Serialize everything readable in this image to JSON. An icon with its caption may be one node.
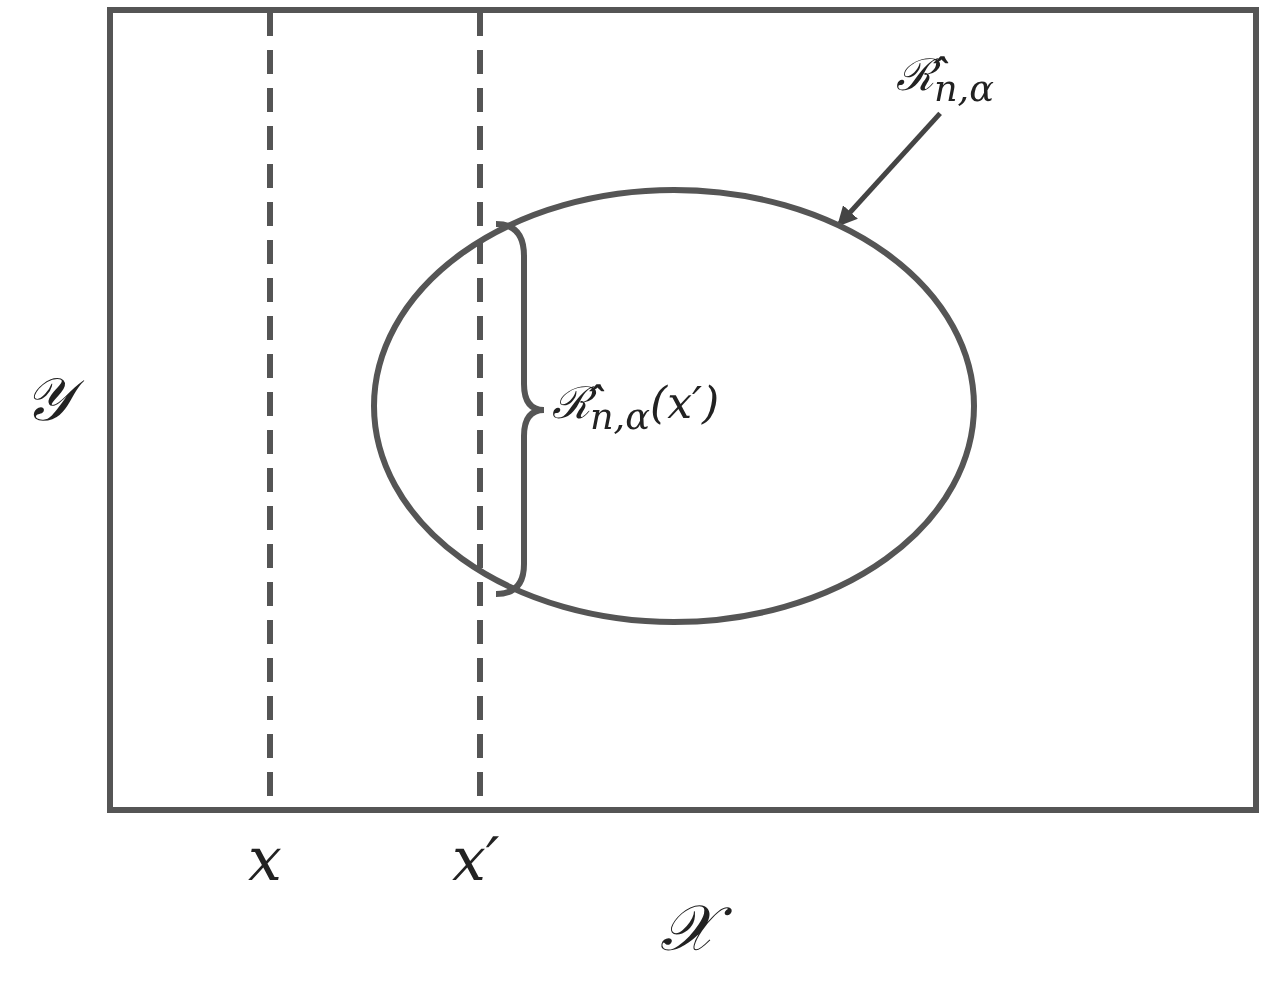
{
  "diagram": {
    "nodes": [
      {
        "text": [
          "ℛ̂$_{n,α}$"
        ]
      },
      {
        "text": [],
        "shape": "circle"
      }
    ],
    "edges": [
      {
        "from": 0,
        "to": 1,
        "arrow": "to"
      }
    ],
    "labels": [
      "𝒴",
      "ℛ̂$_{n,α}$(x′)",
      "x",
      "x′",
      "𝒳"
    ]
  }
}
